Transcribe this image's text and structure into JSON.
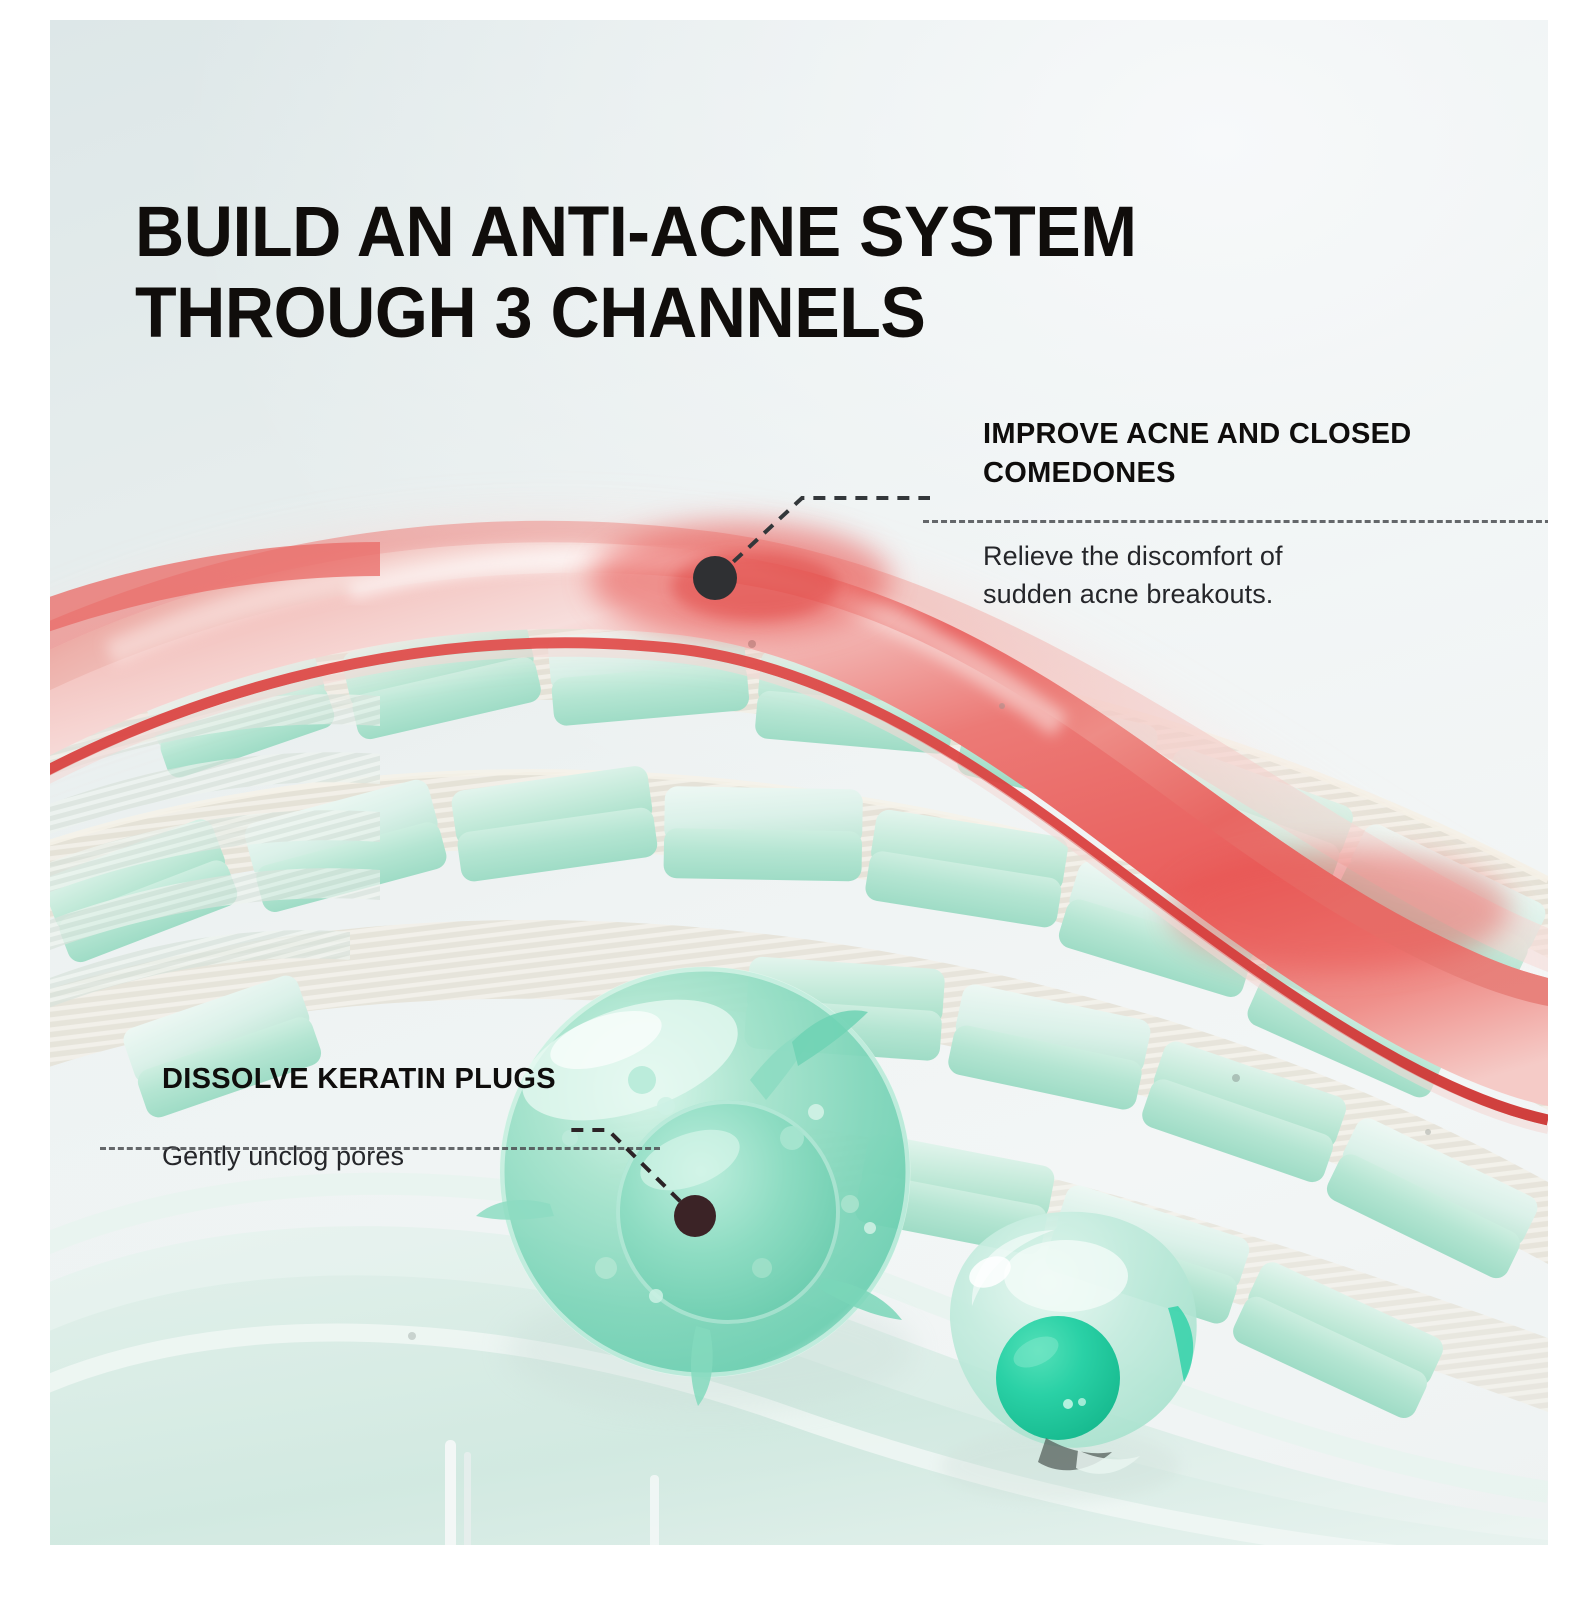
{
  "poster": {
    "title": "BUILD AN ANTI-ACNE SYSTEM\nTHROUGH 3 CHANNELS",
    "background_color": "#e7eeee",
    "border_color": "#ffffff"
  },
  "callouts": [
    {
      "id": "improve-acne",
      "heading": "IMPROVE ACNE AND CLOSED\nCOMEDONES",
      "body": "Relieve the discomfort of\nsudden acne breakouts.",
      "marker_color": "#2f3033",
      "position": "top-right"
    },
    {
      "id": "dissolve-keratin",
      "heading": "DISSOLVE KERATIN PLUGS",
      "body": "Gently unclog pores",
      "marker_color": "#3b2326",
      "position": "bottom-left"
    }
  ],
  "illustration": {
    "name": "skin-cross-section-3d-render",
    "description": "Undulating red inflamed skin surface layer above rows of mint-green keratin brick cells, with translucent green gel droplet spheres below.",
    "colors": {
      "skin_red": "#e8615f",
      "skin_red_deep": "#d8403f",
      "skin_pink_pale": "#f3c9c6",
      "brick_mint": "#b7e7d4",
      "brick_mint_light": "#d8f0e6",
      "gel_green": "#8fdcc0",
      "gel_teal_core": "#2ad1a6",
      "stripe_beige": "#d9d4c8"
    }
  }
}
